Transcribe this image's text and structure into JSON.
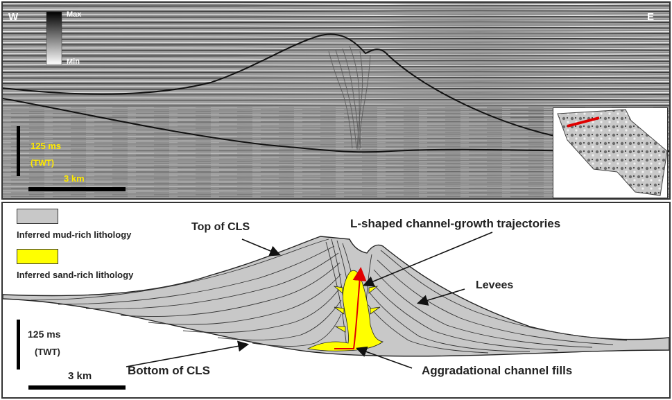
{
  "seismic_section": {
    "west_label": "W",
    "east_label": "E",
    "amplitude_scale": {
      "max_label": "Max",
      "min_label": "Min"
    },
    "time_scale_label_1": "125 ms",
    "time_scale_label_2": "(TWT)",
    "distance_scale_label": "3 km"
  },
  "interpretation": {
    "legend": [
      {
        "label": "Inferred mud-rich lithology",
        "color": "#c8c8c8"
      },
      {
        "label": "Inferred sand-rich lithology",
        "color": "#ffff00"
      }
    ],
    "callouts": {
      "top": "Top of CLS",
      "bottom": "Bottom of CLS",
      "trajectories": "L-shaped  channel-growth trajectories",
      "levees": "Levees",
      "fills": "Aggradational channel fills"
    },
    "time_scale_label_1": "125 ms",
    "time_scale_label_2": "(TWT)",
    "distance_scale_label": "3 km"
  },
  "colors": {
    "seismic_bg": "#8a8a8a",
    "horizon_line": "#111111",
    "sand_fill": "#ffff00",
    "mud_fill": "#c8c8c8",
    "trajectory_arrow": "#e00000",
    "scale_label_yellow": "#ffea00"
  }
}
